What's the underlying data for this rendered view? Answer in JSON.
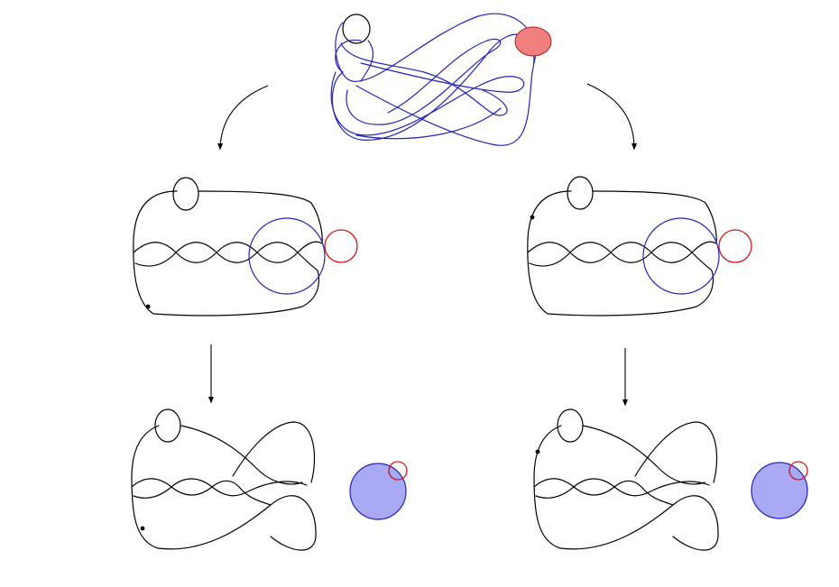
{
  "diagram": {
    "panels": [
      "top-knot",
      "middle-left-diagram",
      "middle-right-diagram",
      "bottom-left-diagram",
      "bottom-right-diagram"
    ],
    "arrows": [
      "top-left-curved",
      "top-right-curved",
      "left-down",
      "right-down"
    ]
  },
  "colors": {
    "strand": "#000000",
    "blue_strand": "#2323b8",
    "red_circle": "#d11a1a",
    "red_fill": "#f08080",
    "blue_fill": "#a9a9f5"
  }
}
